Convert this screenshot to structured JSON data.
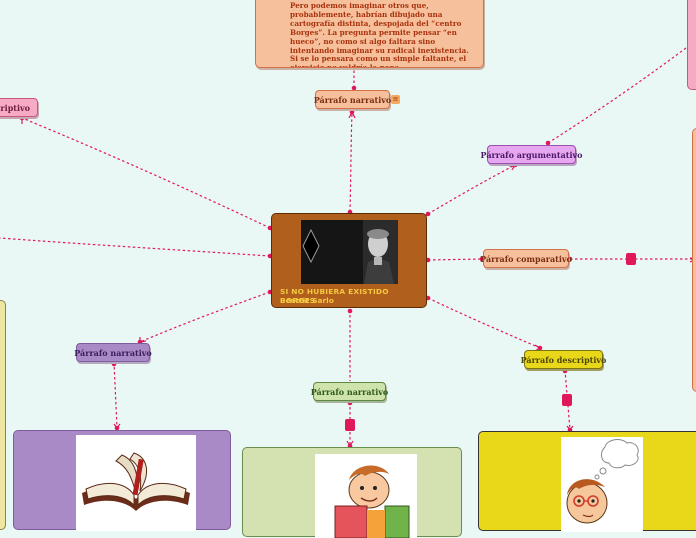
{
  "map": {
    "central": {
      "title": "SI NO HUBIERA EXISTIDO BORGES",
      "author": "Beatriz Sarlo"
    },
    "top_card": {
      "text": "Pero podemos imaginar otros que, probablemente, habrían dibujado una cartografía distinta, despojada del “centro Borges”. La pregunta permite pensar “en hueco”, no como si algo faltara sino intentando imaginar su radical inexistencia. Si se lo pensara como un simple faltante, el ejercicio no valdría la pena."
    },
    "nodes": {
      "narrativo_top": "Párrafo narrativo",
      "argumentativo": "Párrafo argumentativo",
      "comparativo": "Párrafo comparativo",
      "descriptivo_left": "escriptivo",
      "narrativo_left": "Párrafo narrativo",
      "narrativo_bottom": "Párrafo narrativo",
      "descriptivo_right": "Párrafo descriptivo"
    },
    "icons": {
      "note": "notes-icon",
      "book": "open-book-illustration",
      "boy": "boy-reading-illustration",
      "thinker": "thinking-boy-illustration",
      "portrait": "borges-portrait-photo"
    },
    "colors": {
      "background": "#eaf8f5",
      "connector": "#e0185a",
      "central": "#b15f1c",
      "central_text": "#f4c842"
    }
  }
}
